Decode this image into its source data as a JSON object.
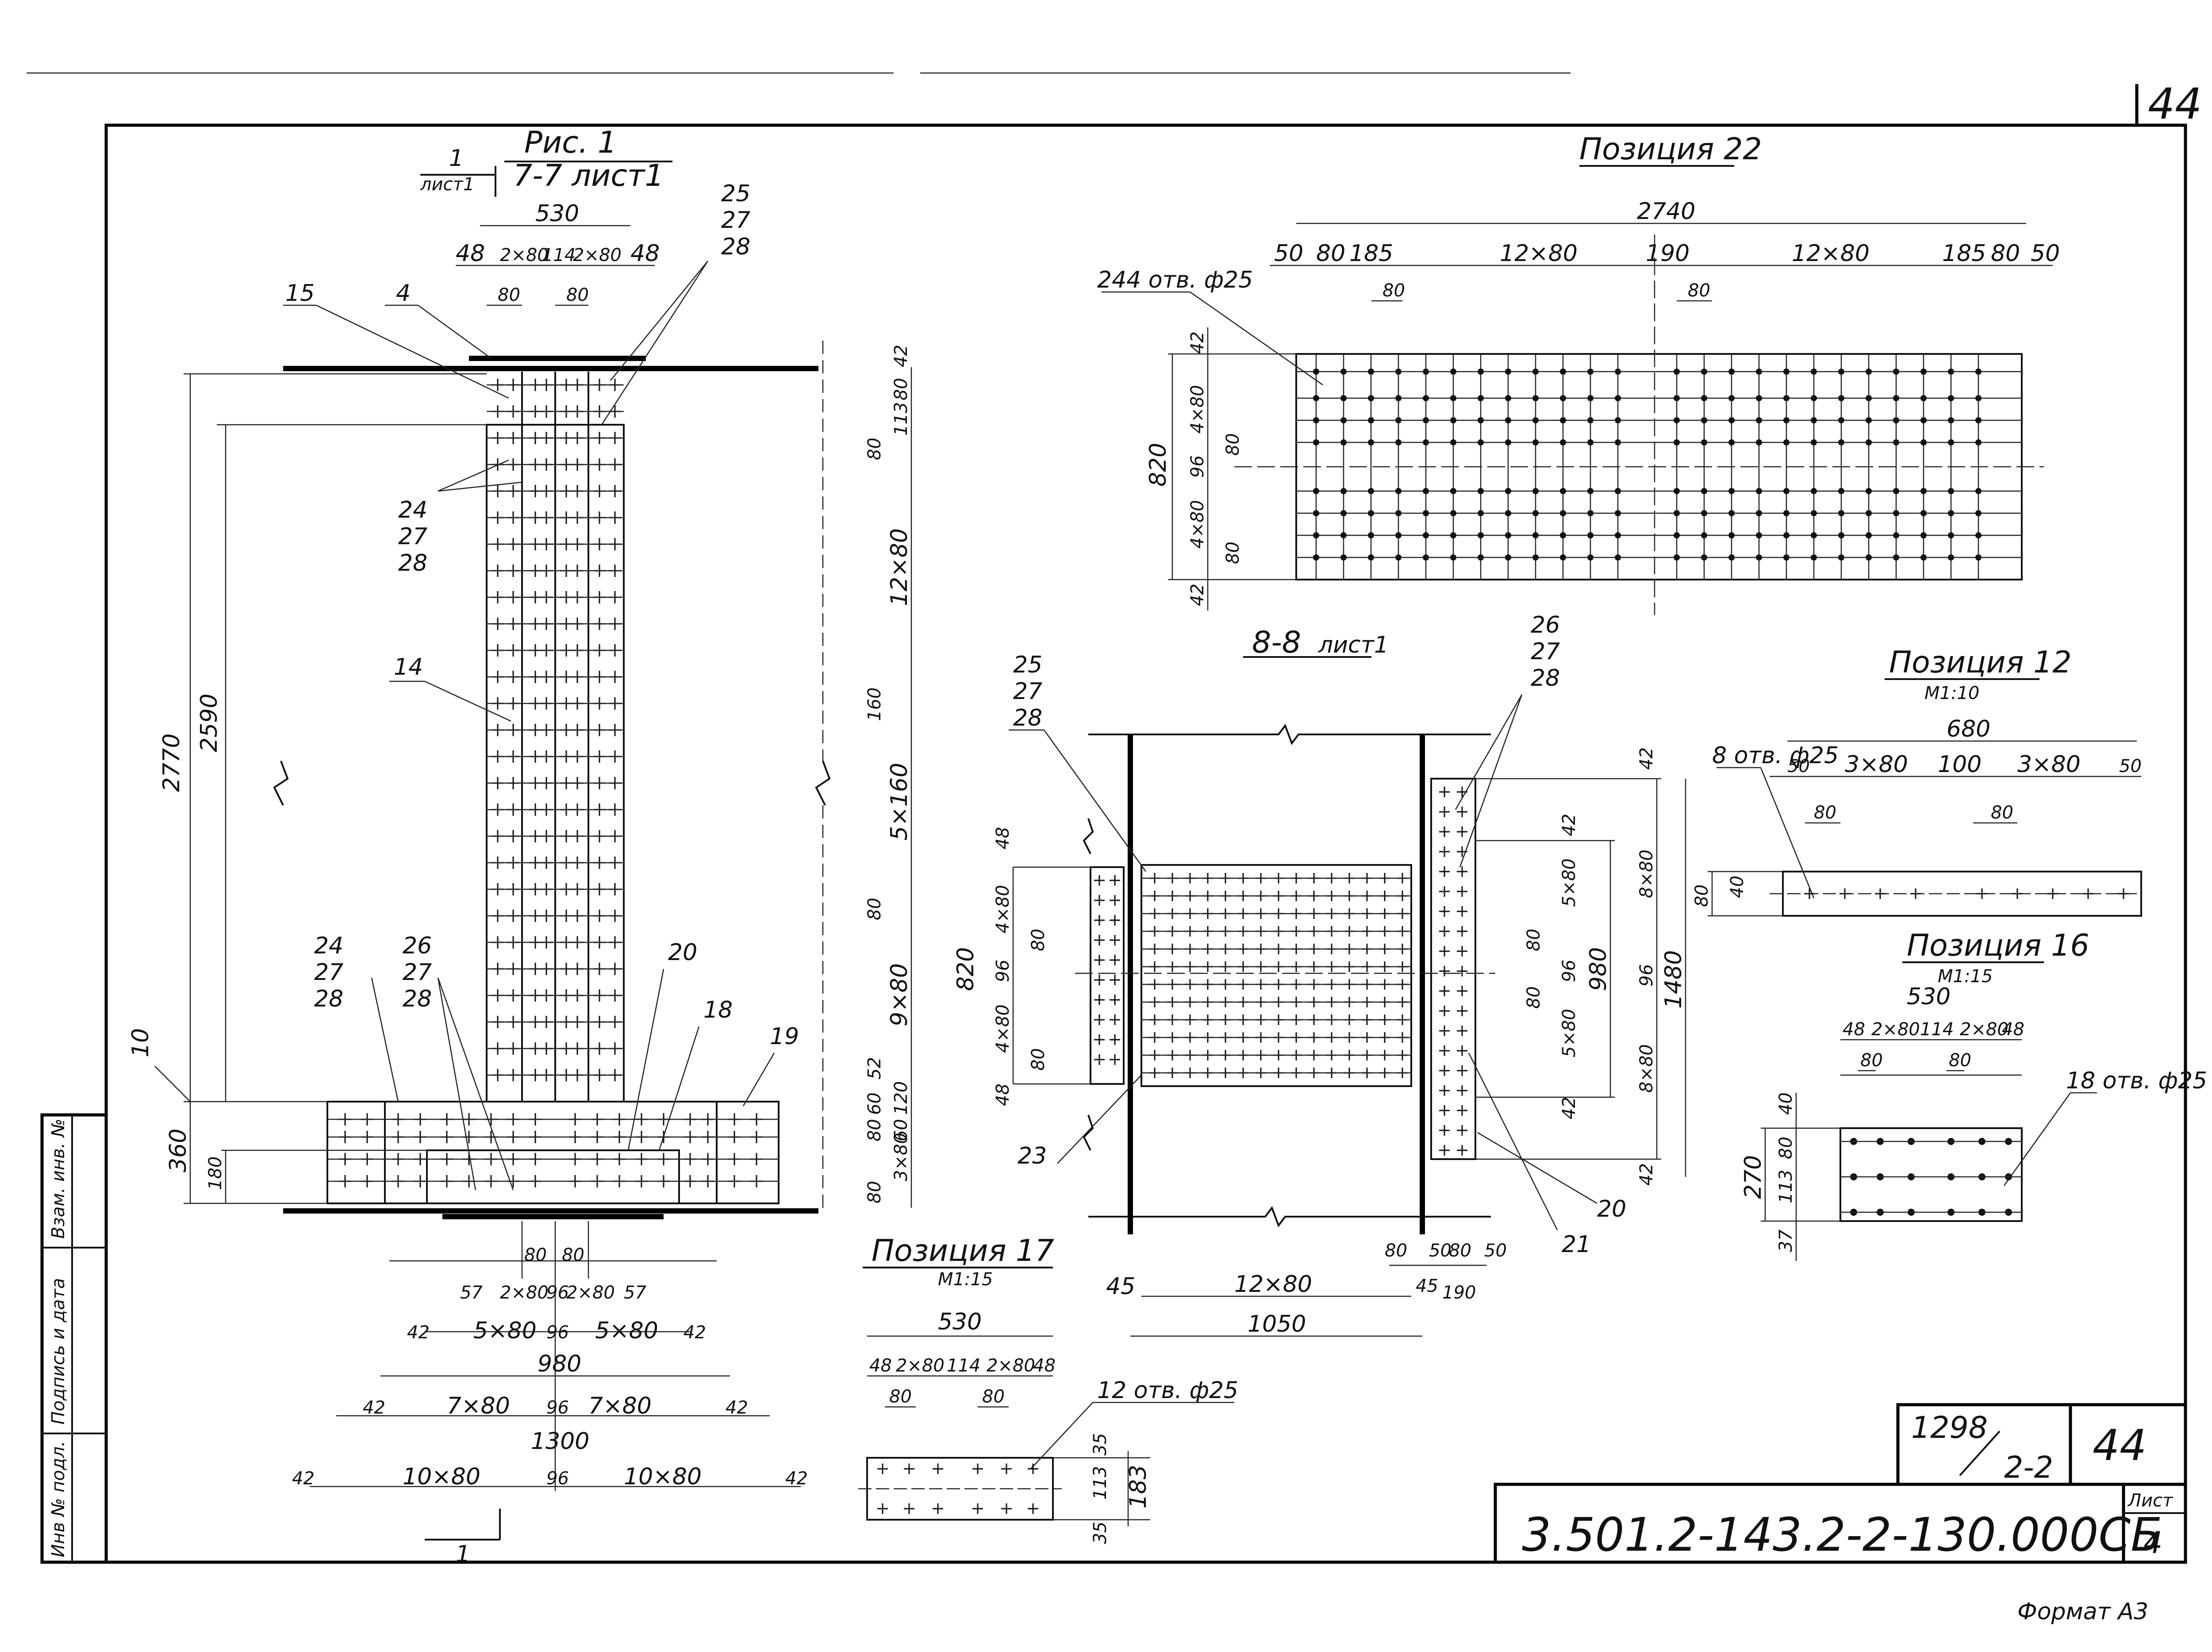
{
  "sheet": {
    "sheet_number_top": "44",
    "format_note": "Формат А3",
    "title_block": {
      "doc_code": "3.501.2-143.2-2-130.000СБ",
      "album_top": "1298",
      "album_bottom": "2-2",
      "page": "44",
      "list_label": "Лист",
      "list_number": "4"
    },
    "side_stamp": [
      "Инв № подл.",
      "Подпись и дата",
      "Взам. инв. №"
    ]
  },
  "fig1": {
    "title": "Рис. 1",
    "section": "7-7 лист1",
    "section_mark": "1",
    "section_mark_sheet": "лист1",
    "bottom_mark": "1",
    "dims": {
      "top_total": "530",
      "top_row": [
        "48",
        "2×80",
        "114",
        "2×80",
        "48"
      ],
      "top_80a": "80",
      "top_80b": "80",
      "h_2770": "2770",
      "h_2590": "2590",
      "h_360": "360",
      "h_180": "180",
      "right_stack": [
        "42",
        "80",
        "113",
        "80",
        "12×80",
        "160",
        "5×160",
        "80",
        "9×80",
        "52",
        "60",
        "120",
        "80",
        "60",
        "3×80",
        "80"
      ],
      "bottom_80a": "80",
      "bottom_80b": "80",
      "row1": [
        "57",
        "2×80",
        "96",
        "2×80",
        "57"
      ],
      "row2": [
        "42",
        "5×80",
        "96",
        "5×80",
        "42"
      ],
      "row2_total": "980",
      "row3": [
        "42",
        "7×80",
        "96",
        "7×80",
        "42"
      ],
      "row3_total": "1300",
      "row4": [
        "42",
        "10×80",
        "96",
        "10×80",
        "42"
      ]
    },
    "callouts": {
      "c15": "15",
      "c4": "4",
      "stack_top": [
        "25",
        "27",
        "28"
      ],
      "stack_left": [
        "24",
        "27",
        "28"
      ],
      "c14": "14",
      "stack_bl": [
        "24",
        "27",
        "28"
      ],
      "stack_mid": [
        "26",
        "27",
        "28"
      ],
      "c20": "20",
      "c18": "18",
      "c19": "19",
      "c10": "10"
    }
  },
  "pos22": {
    "title": "Позиция 22",
    "holes": "244 отв. ф25",
    "dims": {
      "total": "2740",
      "row": [
        "50",
        "80",
        "185",
        "12×80",
        "190",
        "12×80",
        "185",
        "80",
        "50"
      ],
      "s80a": "80",
      "s80b": "80",
      "height": "820",
      "left_stack": [
        "42",
        "4×80",
        "80",
        "96",
        "4×80",
        "80",
        "42"
      ]
    }
  },
  "sec88": {
    "title": "8-8",
    "sheet": "лист1",
    "stack_left": [
      "25",
      "27",
      "28"
    ],
    "stack_right": [
      "26",
      "27",
      "28"
    ],
    "callouts": {
      "c23": "23",
      "c20": "20",
      "c21": "21"
    },
    "dims": {
      "left_stack": [
        "48",
        "4×80",
        "80",
        "96",
        "4×80",
        "80",
        "48"
      ],
      "left_total": "820",
      "right_inner": [
        "42",
        "5×80",
        "80",
        "96",
        "80",
        "5×80",
        "42"
      ],
      "right_980": "980",
      "right_outer": [
        "42",
        "8×80",
        "96",
        "8×80",
        "42"
      ],
      "right_1480": "1480",
      "bottom_12x80": "12×80",
      "bottom_45a": "45",
      "bottom_45b": "45",
      "bottom_1050": "1050",
      "bottom_80": "80",
      "bottom_50a": "50",
      "bottom_80b": "80",
      "bottom_50b": "50",
      "bottom_190": "190"
    }
  },
  "pos12": {
    "title": "Позиция 12",
    "scale": "М1:10",
    "holes": "8 отв. ф25",
    "dims": {
      "total": "680",
      "row": [
        "50",
        "3×80",
        "100",
        "3×80",
        "50"
      ],
      "s80a": "80",
      "s80b": "80",
      "h80": "80",
      "h40": "40"
    }
  },
  "pos16": {
    "title": "Позиция 16",
    "scale": "М1:15",
    "holes": "18 отв. ф25",
    "dims": {
      "total": "530",
      "row": [
        "48",
        "2×80",
        "114",
        "2×80",
        "48"
      ],
      "s80a": "80",
      "s80b": "80",
      "height": "270",
      "left_stack": [
        "40",
        "80",
        "113",
        "37"
      ]
    }
  },
  "pos17": {
    "title": "Позиция 17",
    "scale": "М1:15",
    "holes": "12 отв. ф25",
    "dims": {
      "total": "530",
      "row": [
        "48",
        "2×80",
        "114",
        "2×80",
        "48"
      ],
      "s80a": "80",
      "s80b": "80",
      "right_stack": [
        "35",
        "113",
        "35"
      ],
      "height": "183"
    }
  }
}
